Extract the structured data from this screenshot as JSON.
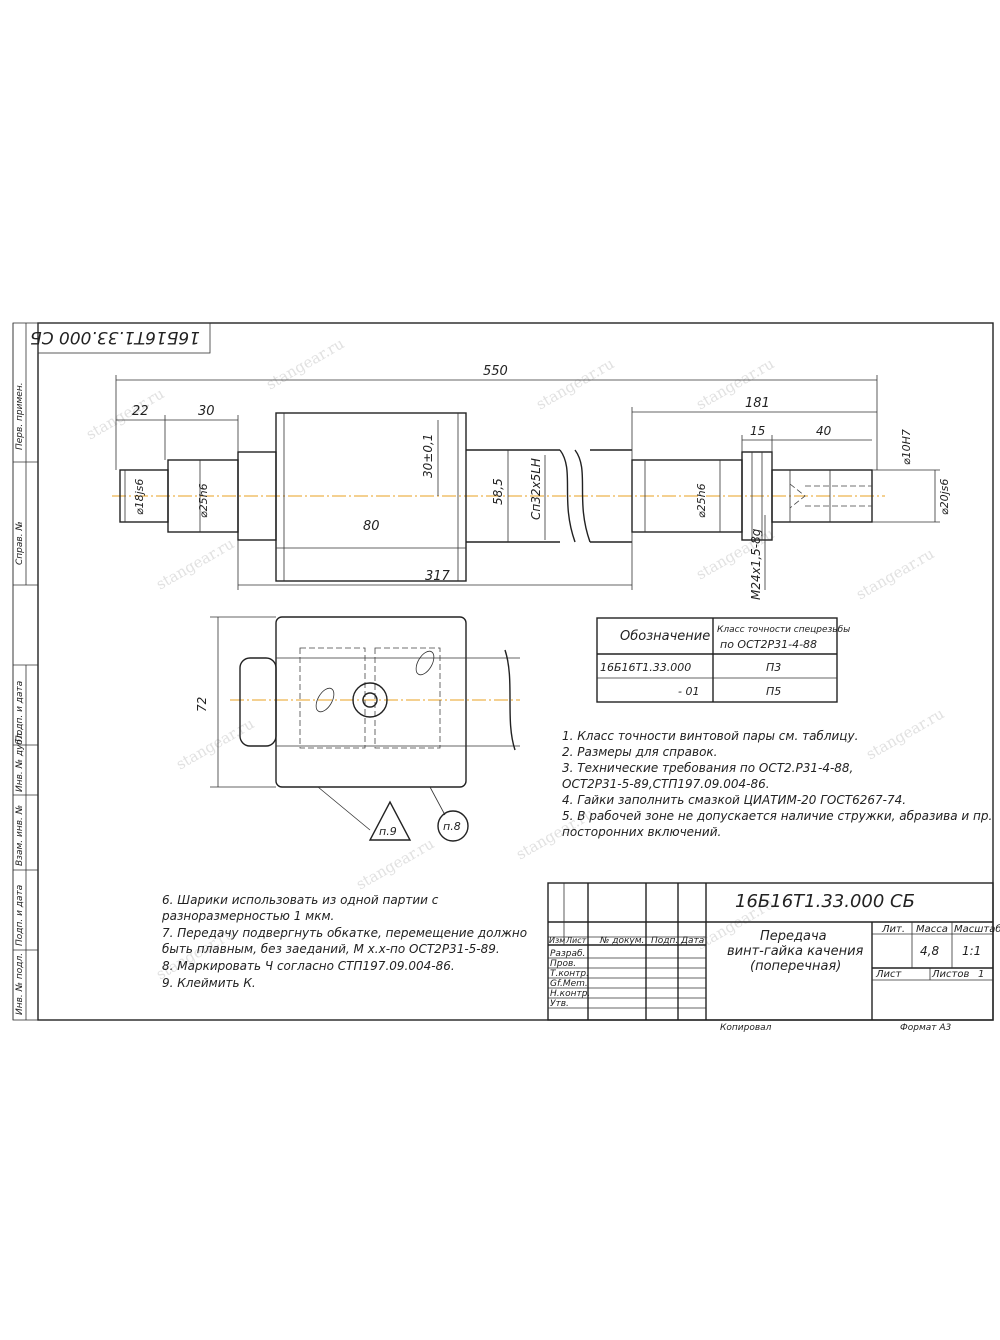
{
  "stamp_code_rotated": "16Б16Т1.33.000 СБ",
  "watermark": "stangear.ru",
  "dims": {
    "total_length": "550",
    "d22": "22",
    "d30": "30",
    "d181": "181",
    "d15": "15",
    "d40": "40",
    "d80": "80",
    "d317": "317",
    "d30_01": "30±0,1",
    "d58_5": "58,5",
    "thread": "Сп32х5LH",
    "m24": "M24х1,5-8g",
    "d72": "72",
    "dia18": "⌀18js6",
    "dia25_left": "⌀25h6",
    "dia25_right": "⌀25h6",
    "dia10": "⌀10H7",
    "dia20": "⌀20js6"
  },
  "marks": {
    "p9": "п.9",
    "p8": "п.8"
  },
  "table": {
    "h1": "Обозначение",
    "h2a": "Класс точности спецрезьбы",
    "h2b": "по ОСТ2Р31-4-88",
    "rows": [
      {
        "code": "16Б16Т1.33.000",
        "cls": "П3"
      },
      {
        "code": "- 01",
        "cls": "П5"
      }
    ]
  },
  "notes_right": [
    "1. Класс точности винтовой пары см. таблицу.",
    "2. Размеры для справок.",
    "3. Технические требования по ОСТ2.Р31-4-88,",
    "ОСТ2Р31-5-89,СТП197.09.004-86.",
    "4. Гайки заполнить смазкой ЦИАТИМ-20 ГОСТ6267-74.",
    "5. В рабочей зоне не допускается наличие стружки, абразива и пр.",
    "посторонних включений."
  ],
  "notes_left": [
    "6. Шарики использовать из одной партии с",
    "разноразмерностью 1 мкм.",
    "7. Передачу подвергнуть обкатке, перемещение должно",
    "быть плавным, без заеданий, М х.х-по ОСТ2Р31-5-89.",
    "8. Маркировать Ч согласно СТП197.09.004-86.",
    "9. Клеймить К."
  ],
  "side_labels": [
    "Перв. примен.",
    "Справ. №",
    "Подп. и дата",
    "Инв. № дубл.",
    "Взам. инв. №",
    "Подп. и дата",
    "Инв. № подл."
  ],
  "title_block": {
    "code": "16Б16Т1.33.000 СБ",
    "name1": "Передача",
    "name2": "винт-гайка качения",
    "name3": "(поперечная)",
    "lit": "Лит.",
    "massa": "Масса",
    "masshtab": "Масштаб",
    "mass_val": "4,8",
    "scale_val": "1:1",
    "list": "Лист",
    "listov": "Листов",
    "listov_val": "1",
    "izm": "Изм",
    "list_col": "Лист",
    "doc": "№ докум.",
    "podp": "Подп.",
    "data": "Дата",
    "roles": [
      "Разраб.",
      "Пров.",
      "Т.контр.",
      "Gf.Mem.",
      "Н.контр.",
      "Утв."
    ],
    "kopiroval": "Копировал",
    "format": "Формат  А3"
  }
}
